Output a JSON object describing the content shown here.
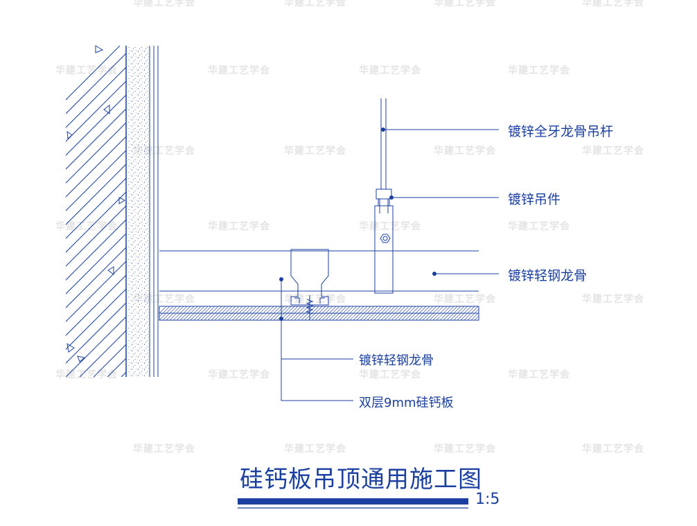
{
  "watermark": "华建工艺学会",
  "labels": {
    "hanger_rod": "镀锌全牙龙骨吊杆",
    "hanger_fitting": "镀锌吊件",
    "main_keel": "镀锌轻钢龙骨",
    "secondary_keel": "镀锌轻钢龙骨",
    "board": "双层9mm硅钙板"
  },
  "title": "硅钙板吊顶通用施工图",
  "scale": "1:5",
  "colors": {
    "line": "#1a3fa0",
    "watermark": "#e4e4e4",
    "background": "#ffffff"
  }
}
